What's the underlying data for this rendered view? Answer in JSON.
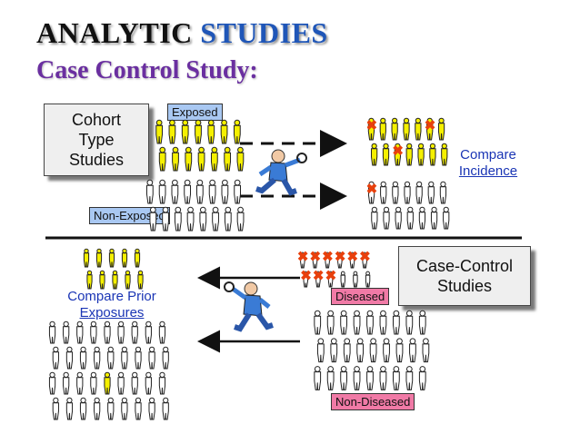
{
  "title": {
    "word1": "ANALYTIC",
    "word2": "STUDIES",
    "subtitle": "Case Control Study:"
  },
  "cohort_box": {
    "lines": [
      "Cohort",
      "Type",
      "Studies"
    ]
  },
  "case_control_box": {
    "lines": [
      "Case-Control",
      "Studies"
    ]
  },
  "tags": {
    "exposed": "Exposed",
    "non_exposed": "Non-Exposed",
    "diseased": "Diseased",
    "non_diseased": "Non-Diseased"
  },
  "compare_incidence": {
    "line1": "Compare",
    "line2": "Incidence"
  },
  "compare_prior": {
    "line1": "Compare Prior",
    "line2": "Exposures"
  },
  "colors": {
    "exposed": "#f5f000",
    "unexposed": "#ffffff",
    "disease_mark": "#e8400c",
    "title_blue": "#1f56b8",
    "subtitle_purple": "#6a2fa0",
    "link_blue": "#1a35b5"
  }
}
